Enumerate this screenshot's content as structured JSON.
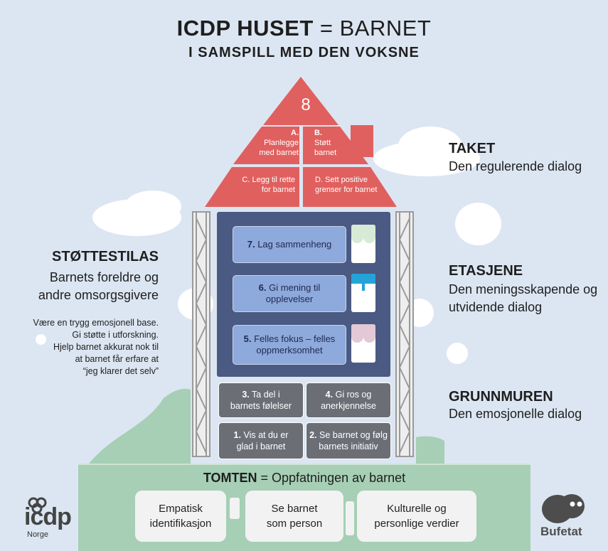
{
  "title": {
    "main_bold": "ICDP HUSET",
    "main_rest": " = BARNET",
    "subtitle": "I SAMSPILL MED DEN VOKSNE"
  },
  "roof": {
    "number": "8",
    "a_letter": "A.",
    "a_text": [
      "Planlegge",
      "med barnet"
    ],
    "b_letter": "B.",
    "b_text": [
      "Støtt",
      "barnet"
    ],
    "c_text": [
      "C. Legg til rette",
      "for barnet"
    ],
    "d_text": [
      "D. Sett positive",
      "grenser for barnet"
    ]
  },
  "floors": [
    {
      "num": "7.",
      "label": "Lag sammenheng"
    },
    {
      "num": "6.",
      "label": "Gi mening til",
      "label2": "opplevelser"
    },
    {
      "num": "5.",
      "label": "Felles fokus – felles",
      "label2": "oppmerksomhet"
    }
  ],
  "foundation": [
    {
      "num": "3.",
      "line1": "Ta  del i",
      "line2": "barnets følelser"
    },
    {
      "num": "4.",
      "line1": "Gi ros og",
      "line2": "anerkjennelse"
    },
    {
      "num": "1.",
      "line1": "Vis at du er",
      "line2": "glad i barnet"
    },
    {
      "num": "2.",
      "line1": "Se barnet og følg",
      "line2": "barnets initiativ"
    }
  ],
  "left": {
    "heading": "STØTTESTILAS",
    "sub1": "Barnets foreldre og",
    "sub2": "andre omsorgsgivere",
    "notes": [
      "Være en trygg emosjonell base.",
      "Gi støtte i utforskning.",
      "Hjelp barnet akkurat nok til",
      "at barnet får erfare at",
      "“jeg klarer det selv”"
    ]
  },
  "right": {
    "taket_h": "TAKET",
    "taket_s": "Den regulerende dialog",
    "etasjene_h": "ETASJENE",
    "etasjene_s1": "Den meningsskapende og",
    "etasjene_s2": "utvidende dialog",
    "grunn_h": "GRUNNMUREN",
    "grunn_s": "Den emosjonelle dialog"
  },
  "tomten": {
    "heading": "TOMTEN",
    "rest": " = Oppfatningen av barnet",
    "items": [
      [
        "Empatisk",
        "identifikasjon"
      ],
      [
        "Se barnet",
        "som person"
      ],
      [
        "Kulturelle og",
        "personlige verdier"
      ]
    ]
  },
  "logos": {
    "icdp": "icdp",
    "icdp_sub": "Norge",
    "bufetat": "Bufetat"
  },
  "colors": {
    "roof": "#e0605f",
    "house": "#4a5a82",
    "floor": "#8ea9db",
    "foundation": "#6b6e75",
    "ground": "#a6cfb5"
  }
}
